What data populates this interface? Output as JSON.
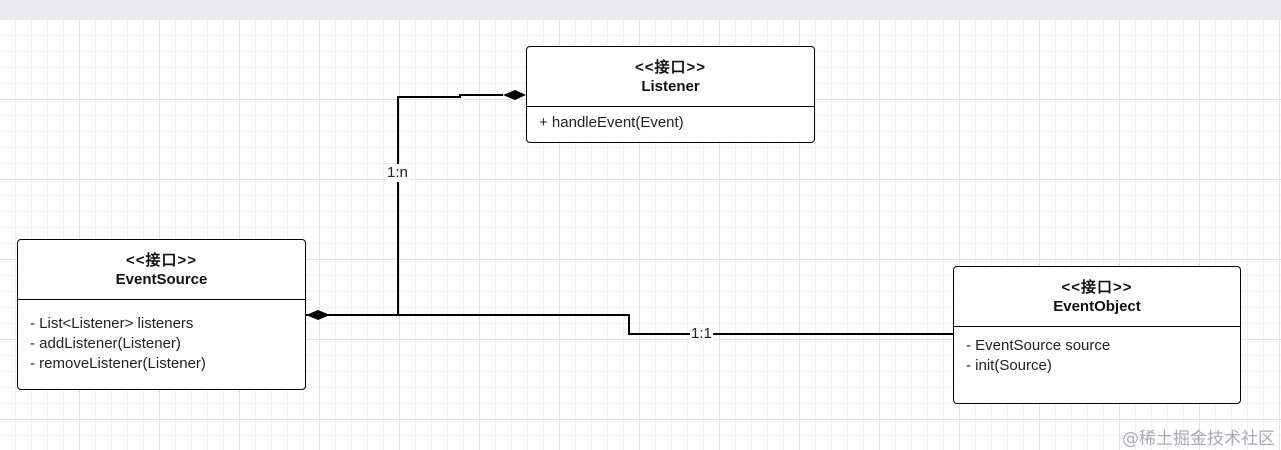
{
  "diagram": {
    "classes": {
      "listener": {
        "stereotype": "<<接口>>",
        "name": "Listener",
        "members": [
          "+ handleEvent(Event)"
        ]
      },
      "event_source": {
        "stereotype": "<<接口>>",
        "name": "EventSource",
        "members": [
          "- List<Listener> listeners",
          "- addListener(Listener)",
          "- removeListener(Listener)"
        ]
      },
      "event_object": {
        "stereotype": "<<接口>>",
        "name": "EventObject",
        "members": [
          "- EventSource source",
          "- init(Source)"
        ]
      }
    },
    "relations": {
      "source_to_listener": {
        "from": "EventSource",
        "to": "Listener",
        "kind": "composition",
        "label": "1:n"
      },
      "source_to_object": {
        "from": "EventSource",
        "to": "EventObject",
        "kind": "composition",
        "label": "1:1"
      }
    }
  },
  "watermark": "@稀土掘金技术社区",
  "colors": {
    "line": "#000000",
    "grid": "#e2e2e2",
    "topbar": "#e9eaec",
    "watermark": "#a8abb3"
  }
}
